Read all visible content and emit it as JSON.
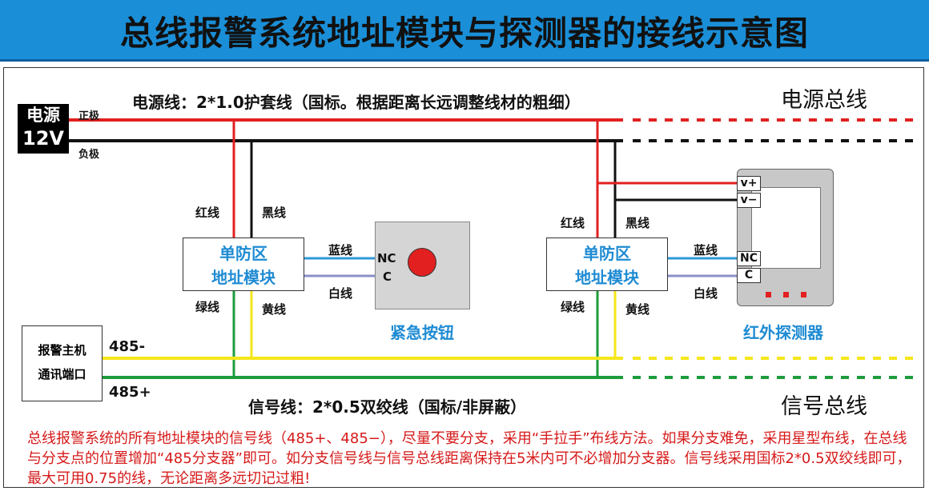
{
  "header": {
    "title": "总线报警系统地址模块与探测器的接线示意图"
  },
  "power_supply": {
    "line1": "电源",
    "line2": "12V",
    "positive": "正极",
    "negative": "负极"
  },
  "power_wire_spec": "电源线：2*1.0护套线（国标。根据距离长远调整线材的粗细）",
  "power_bus_label": "电源总线",
  "signal_wire_spec": "信号线：2*0.5双绞线（国标/非屏蔽）",
  "signal_bus_label": "信号总线",
  "module_left": {
    "line1": "单防区",
    "line2": "地址模块",
    "red": "红线",
    "black": "黑线",
    "green": "绿线",
    "yellow": "黄线",
    "blue": "蓝线",
    "white": "白线"
  },
  "module_right": {
    "line1": "单防区",
    "line2": "地址模块",
    "red": "红线",
    "black": "黑线",
    "green": "绿线",
    "yellow": "黄线",
    "blue": "蓝线",
    "white": "白线"
  },
  "emergency_button": {
    "caption": "紧急按钮",
    "nc": "NC",
    "c": "C"
  },
  "detector": {
    "caption": "红外探测器",
    "v_plus": "v+",
    "v_minus": "v−",
    "nc": "NC",
    "c": "C"
  },
  "host": {
    "line1": "报警主机",
    "line2": "通讯端口",
    "rs485_minus": "485-",
    "rs485_plus": "485+"
  },
  "notes": "总线报警系统的所有地址模块的信号线（485+、485−），尽量不要分支，采用“手拉手”布线方法。如果分支难免，采用星型布线，在总线与分支点的位置增加“485分支器”即可。如分支信号线与信号总线距离保持在5米内可不必增加分支器。信号线采用国标2*0.5双绞线即可，最大可用0.75的线，无论距离多远切记过粗!",
  "colors": {
    "header_bg": "#1a8fd8",
    "red_wire": "#e22020",
    "black_wire": "#111111",
    "yellow_wire": "#f5e61a",
    "green_wire": "#1d9c3c",
    "blue_wire": "#2e9ad8",
    "white_wire": "#8a8fc8",
    "module_text": "#1e8bd3",
    "notes_text": "#d61a1a"
  }
}
